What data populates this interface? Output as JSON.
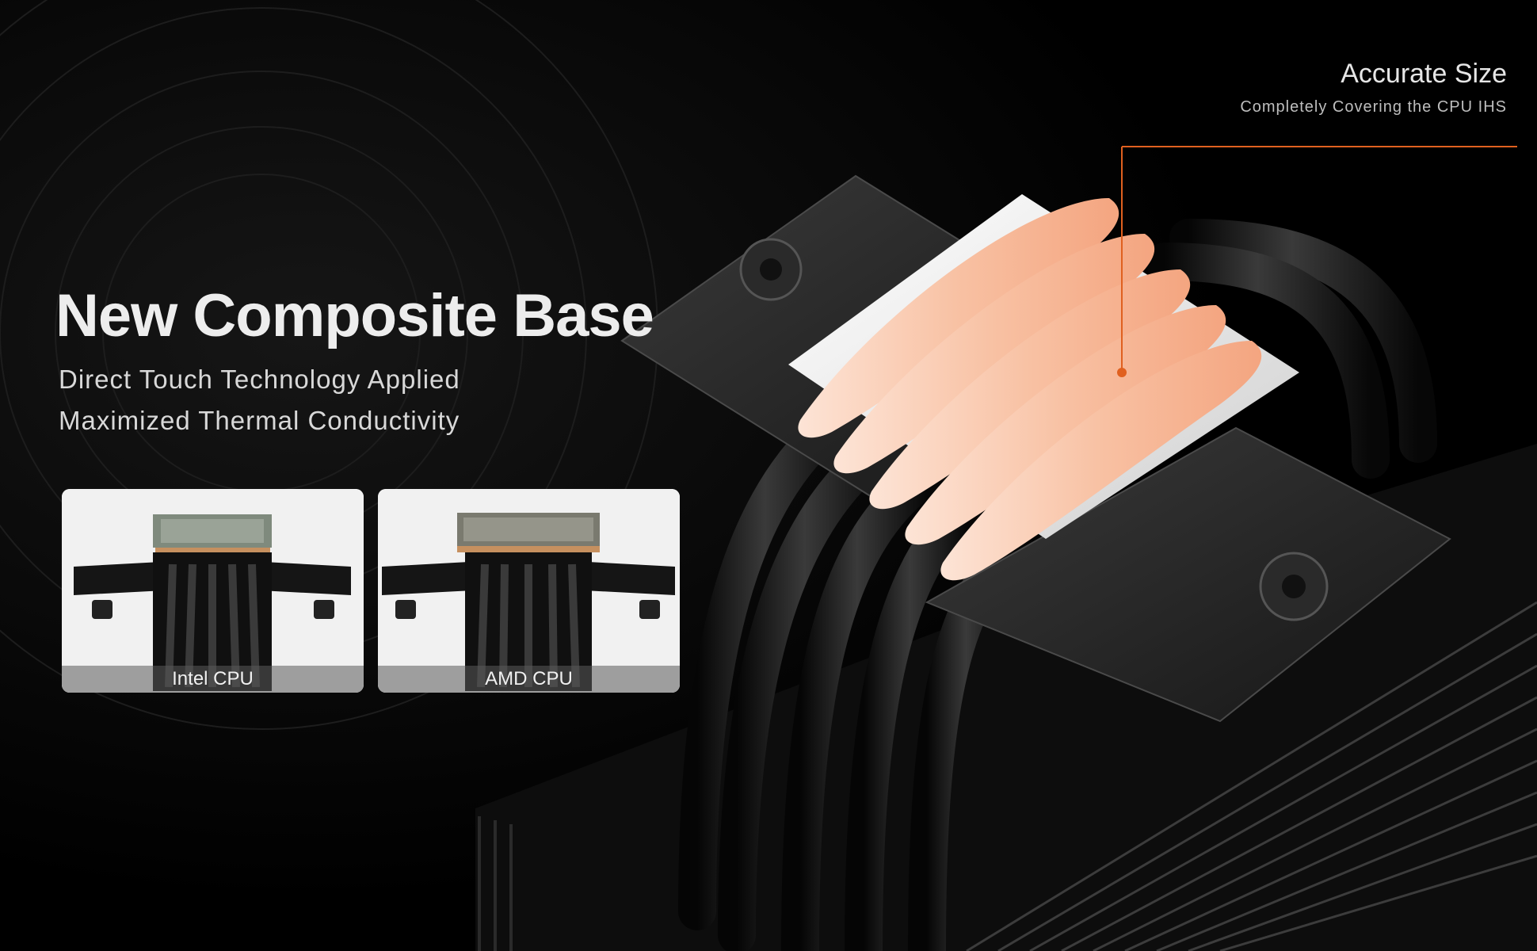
{
  "headline": "New Composite Base",
  "subtitle_lines": [
    "Direct Touch Technology Applied",
    "Maximized Thermal Conductivity"
  ],
  "callout": {
    "title": "Accurate Size",
    "subtitle": "Completely Covering the CPU IHS",
    "accent_color": "#e0601f"
  },
  "thumbnails": [
    {
      "label": "Intel CPU"
    },
    {
      "label": "AMD CPU"
    }
  ],
  "colors": {
    "background": "#000000",
    "copper": "#f6b89a",
    "heatsink": "#1c1c1c"
  }
}
